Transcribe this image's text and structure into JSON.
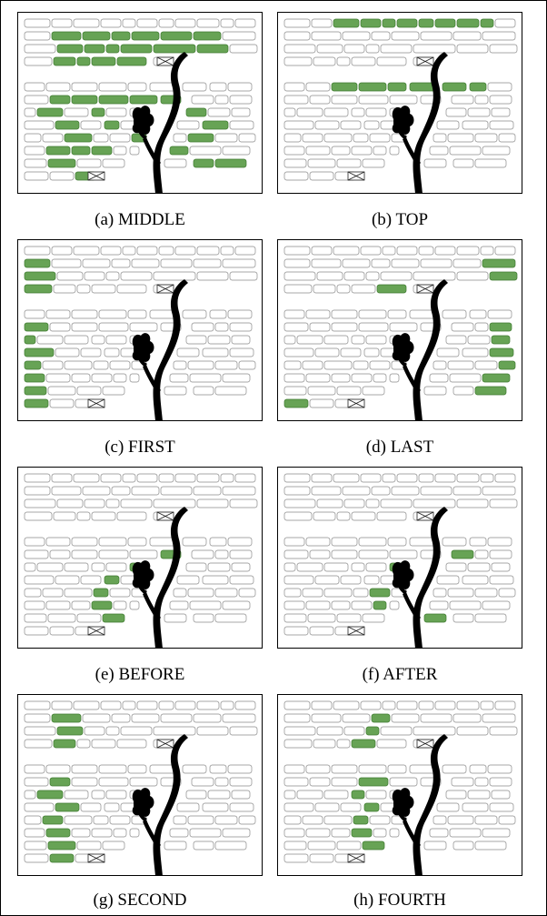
{
  "figure": {
    "panels": [
      {
        "caption": "(a) MIDDLE",
        "highlight": "middle"
      },
      {
        "caption": "(b) TOP",
        "highlight": "top"
      },
      {
        "caption": "(c) FIRST",
        "highlight": "first"
      },
      {
        "caption": "(d) LAST",
        "highlight": "last"
      },
      {
        "caption": "(e) BEFORE",
        "highlight": "before"
      },
      {
        "caption": "(f) AFTER",
        "highlight": "after"
      },
      {
        "caption": "(g) SECOND",
        "highlight": "second"
      },
      {
        "caption": "(h) FOURTH",
        "highlight": "fourth"
      }
    ],
    "colors": {
      "highlight_fill": "#67a355",
      "highlight_stroke": "#3f7a30",
      "box_stroke": "#8a8a8a",
      "tree": "#000000"
    }
  }
}
